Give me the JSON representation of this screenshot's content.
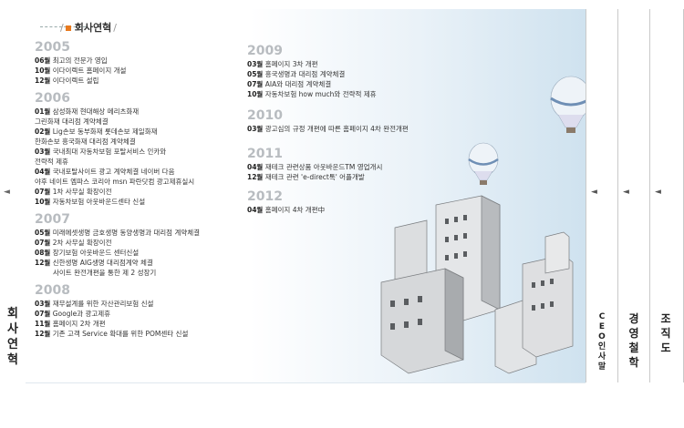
{
  "left_tab": {
    "label": "회사연혁",
    "arrow": "◄"
  },
  "heading": {
    "title": "회사연혁"
  },
  "history": {
    "y2005": {
      "year": "2005",
      "items": [
        {
          "m": "06월",
          "t": "최고의 전문가 영입"
        },
        {
          "m": "10월",
          "t": "이다이렉트 홈페이지 개설"
        },
        {
          "m": "12월",
          "t": "이다이렉트 설립"
        }
      ]
    },
    "y2006": {
      "year": "2006",
      "items": [
        {
          "m": "01월",
          "t": "삼성화재 현대해상 메리츠화재"
        },
        {
          "m": "",
          "t": "그린화재 대리점 계약체결"
        },
        {
          "m": "02월",
          "t": "Lig손보 동부화재 롯데손보 제일화재"
        },
        {
          "m": "",
          "t": "한화손보 흥국화재 대리점 계약체결"
        },
        {
          "m": "03월",
          "t": "국내최대 자동차보험 포탈서비스 인카와"
        },
        {
          "m": "",
          "t": "전략적 제휴"
        },
        {
          "m": "04월",
          "t": "국내포탈사이트 광고 계약체결 네이버 다음"
        },
        {
          "m": "",
          "t": "야후 네이트 엠파스 코리아 msn 파란닷컴 광고제휴실시"
        },
        {
          "m": "07월",
          "t": "1차 사무실 확장이전"
        },
        {
          "m": "10월",
          "t": "자동차보험 아웃바운드센타 신설"
        }
      ]
    },
    "y2007": {
      "year": "2007",
      "items": [
        {
          "m": "05월",
          "t": "미래에셋생명 금호생명 동양생명과 대리점 계약체결"
        },
        {
          "m": "07월",
          "t": "2차 사무실 확장이전"
        },
        {
          "m": "08월",
          "t": "장기보험 아웃바운드 센터신설"
        },
        {
          "m": "12월",
          "t": "신한생명 AIG생명 대리점계약 체결"
        },
        {
          "m": "",
          "t": "사이트 완전개편을 통한 제 2 성장기"
        }
      ]
    },
    "y2008": {
      "year": "2008",
      "items": [
        {
          "m": "03월",
          "t": "재무설계를 위한 자산관리보험 신설"
        },
        {
          "m": "07월",
          "t": "Google과 광고제휴"
        },
        {
          "m": "11월",
          "t": "홈페이지 2차 개편"
        },
        {
          "m": "12월",
          "t": "기존 고객 Service 확대를 위한 POM센타 신설"
        }
      ]
    },
    "y2009": {
      "year": "2009",
      "items": [
        {
          "m": "03월",
          "t": "홈페이지 3차 개편"
        },
        {
          "m": "05월",
          "t": "흥국생명과 대리점 계약체결"
        },
        {
          "m": "07월",
          "t": "AIA와 대리점 계약체결"
        },
        {
          "m": "10월",
          "t": "자동차보험 how much와 전략적 제휴"
        }
      ]
    },
    "y2010": {
      "year": "2010",
      "items": [
        {
          "m": "03월",
          "t": "광고심의 규정 개편에 따른 홈페이지 4차 완전개편"
        }
      ]
    },
    "y2011": {
      "year": "2011",
      "items": [
        {
          "m": "04월",
          "t": "재테크 관련상품 아웃바운드TM 영업개시"
        },
        {
          "m": "12월",
          "t": "재테크 관련 'e-direct톡' 어플개발"
        }
      ]
    },
    "y2012": {
      "year": "2012",
      "items": [
        {
          "m": "04월",
          "t": "홈페이지 4차 개편中"
        }
      ]
    }
  },
  "right_tabs": [
    {
      "label": "CEO인사말",
      "arrow": "◄"
    },
    {
      "label": "경영철학",
      "arrow": "◄"
    },
    {
      "label": "조직도",
      "arrow": "◄"
    }
  ],
  "colors": {
    "accent": "#e87a1f",
    "year": "#b8bcc0",
    "panel_tint": "#cfe2ef"
  },
  "illustration": {
    "icon": "city-buildings-with-hot-air-balloons"
  }
}
